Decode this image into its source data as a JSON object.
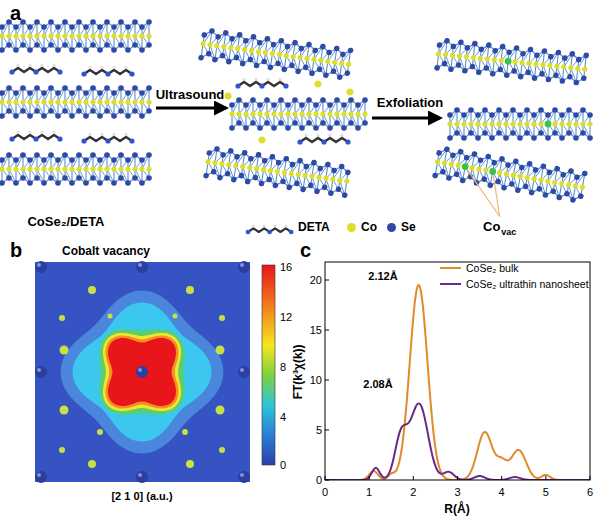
{
  "diagram": {
    "labels": [
      "a",
      "Ultrasound",
      "Exfoliation",
      "CoSe₂/DETA",
      "Co",
      "vac",
      "b",
      "Cobalt vacancy",
      "16",
      "12",
      "8",
      "4",
      "0",
      "[2 1 0] (a.u.)",
      "c",
      "2.12Å",
      "2.08Å",
      "0",
      "5",
      "10",
      "15",
      "20",
      "0",
      "1",
      "2",
      "3",
      "4",
      "5",
      "6",
      "FT(k³χ(k))",
      "R(Å)"
    ],
    "legend": [
      {
        "text": "DETA"
      },
      {
        "text": "Co",
        "color": "#dcdf2a"
      },
      {
        "text": "Se",
        "color": "#2d4aa6"
      },
      {
        "text": "CoSe₂ bulk"
      },
      {
        "text": "CoSe₂ ultrathin nanosheet"
      }
    ]
  }
}
